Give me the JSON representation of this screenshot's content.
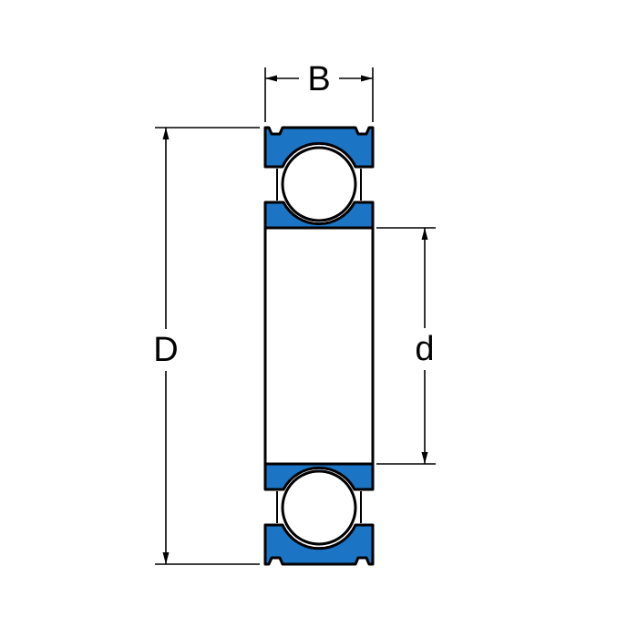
{
  "drawing": {
    "type": "deep-groove-ball-bearing-cross-section",
    "dimensions": {
      "width_label": "B",
      "outer_diameter_label": "D",
      "bore_diameter_label": "d"
    }
  },
  "colors": {
    "bearing_fill": "#1C74C4",
    "ball_fill": "#FFFFFF",
    "line": "#000000",
    "background": "#FFFFFF"
  }
}
